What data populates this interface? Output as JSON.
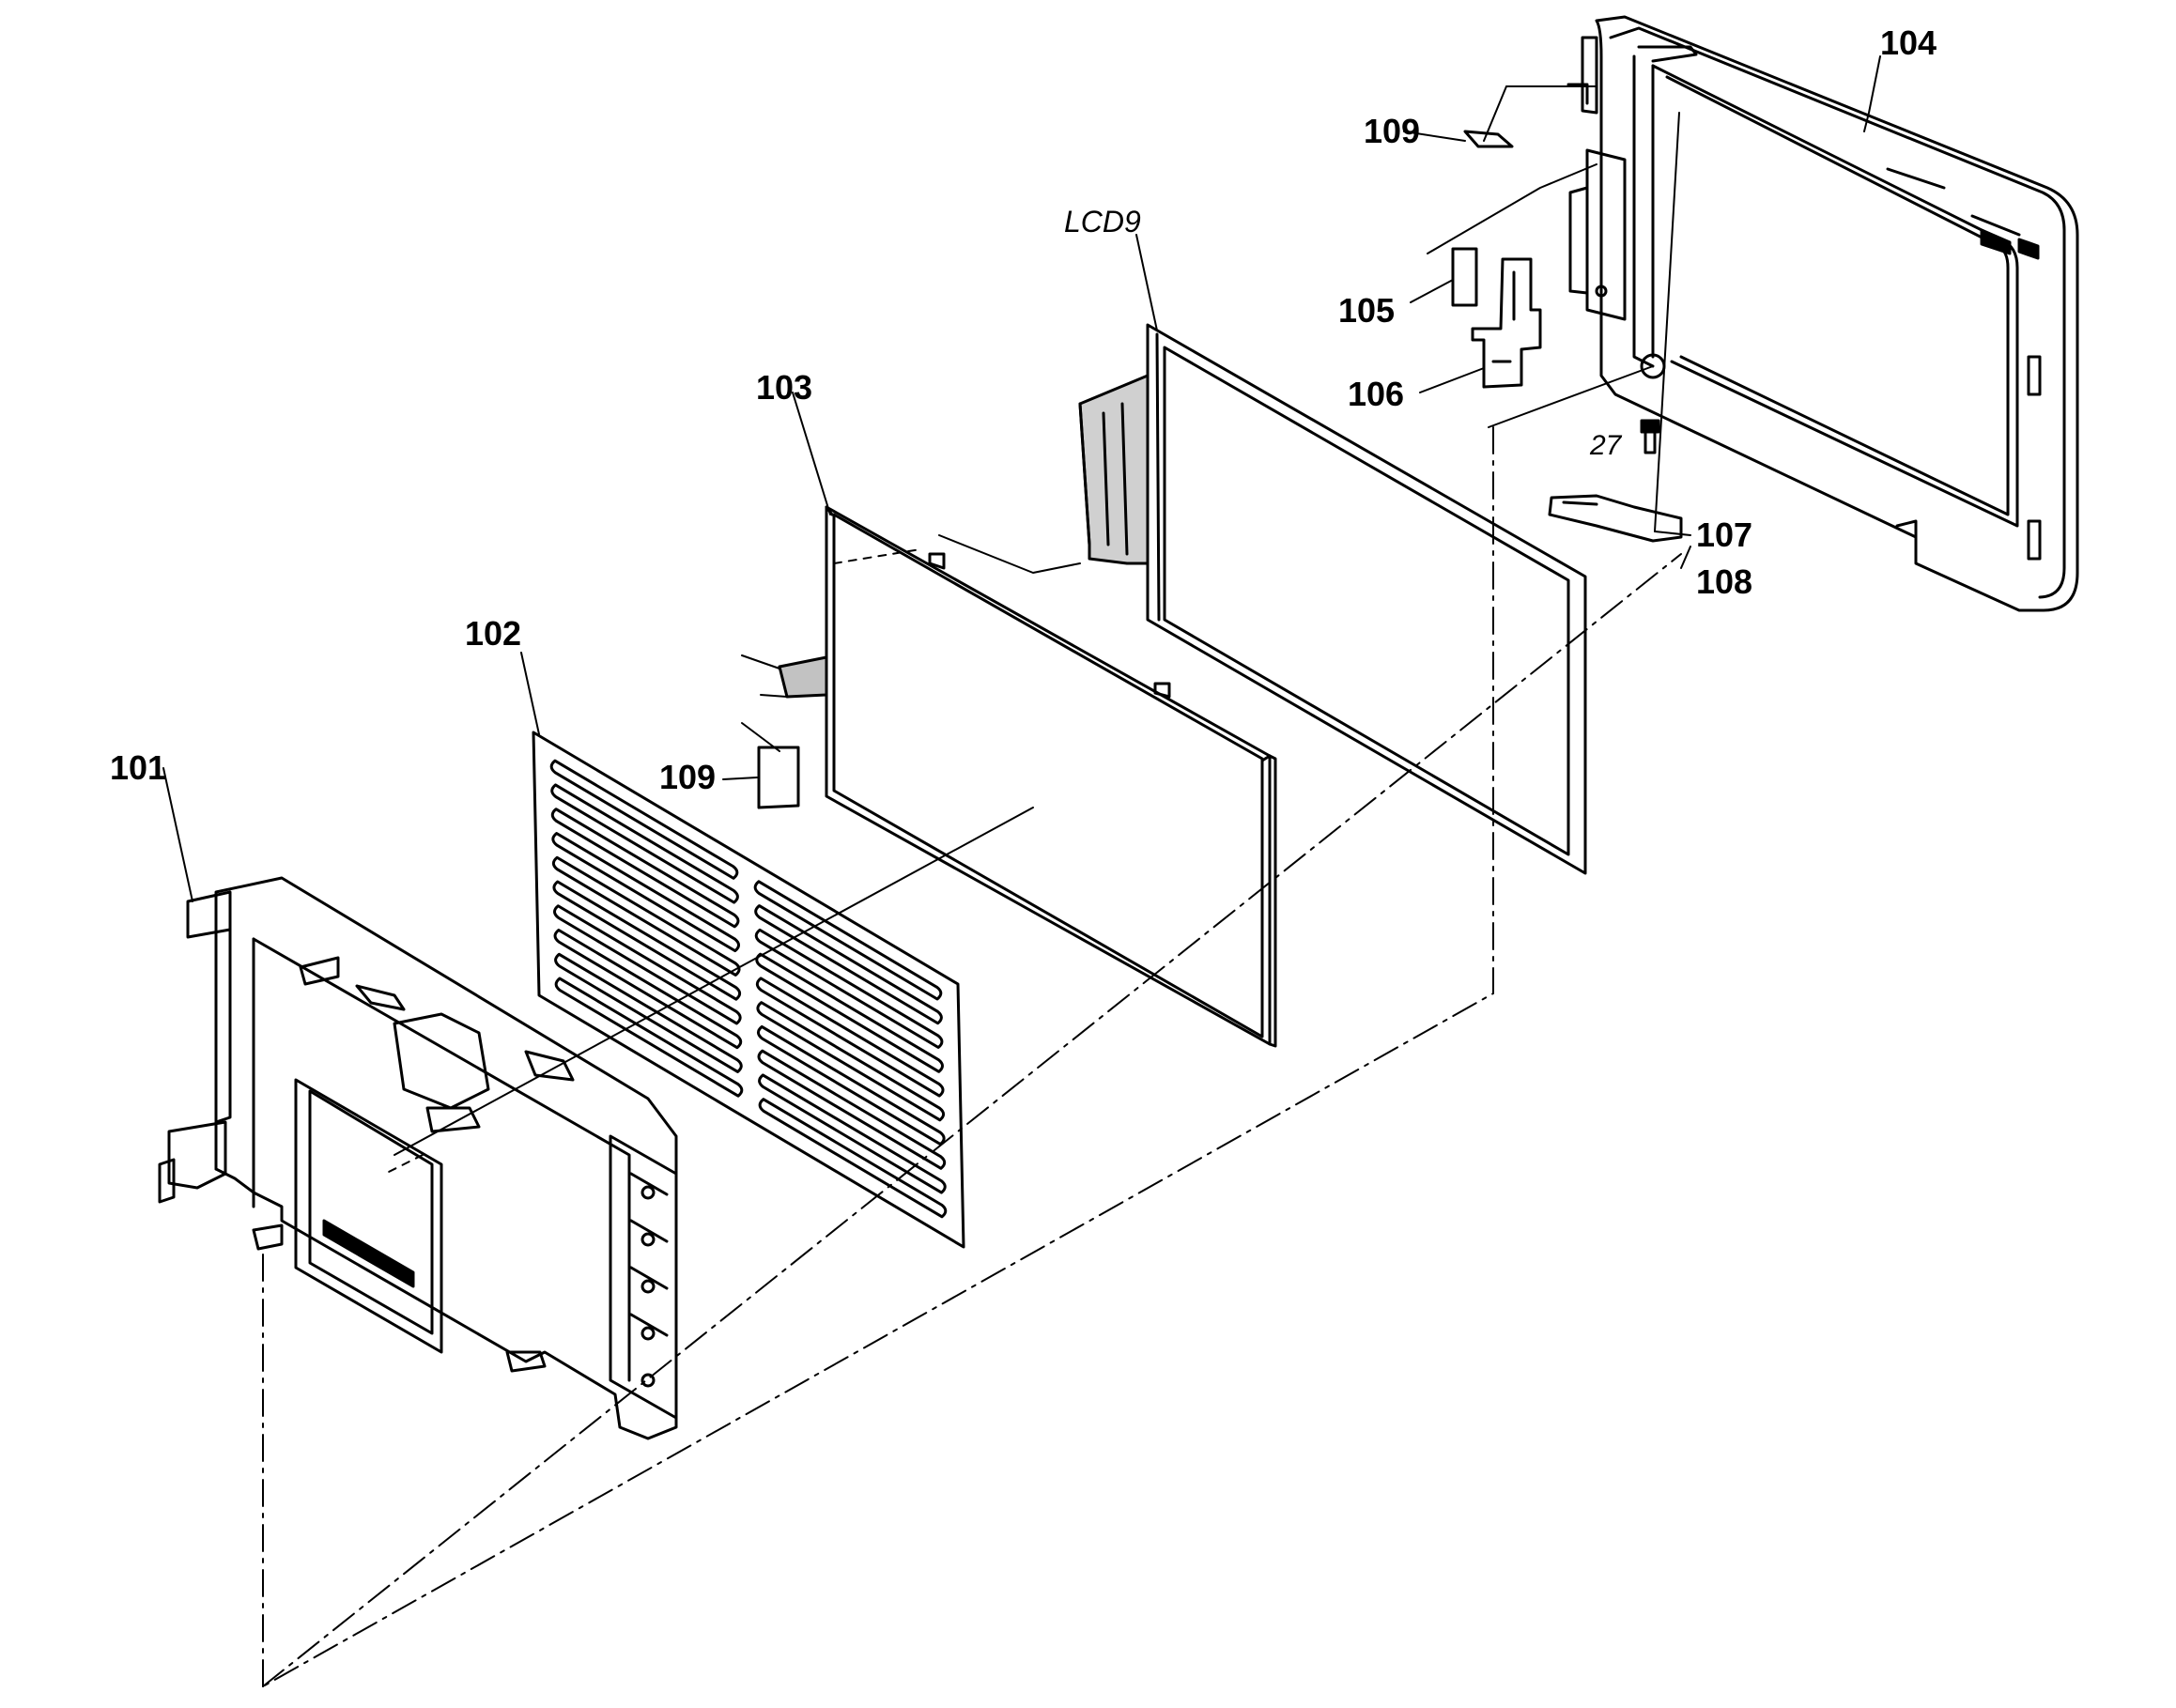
{
  "diagram": {
    "labels": {
      "p101": "101",
      "p102": "102",
      "p103": "103",
      "p104": "104",
      "p105": "105",
      "p106": "106",
      "p107": "107",
      "p108": "108",
      "p109_top": "109",
      "p109_mid": "109",
      "lcd": "LCD9",
      "screw": "27"
    },
    "colors": {
      "line": "#000000",
      "paper": "#ffffff",
      "shade": "#444444"
    }
  }
}
